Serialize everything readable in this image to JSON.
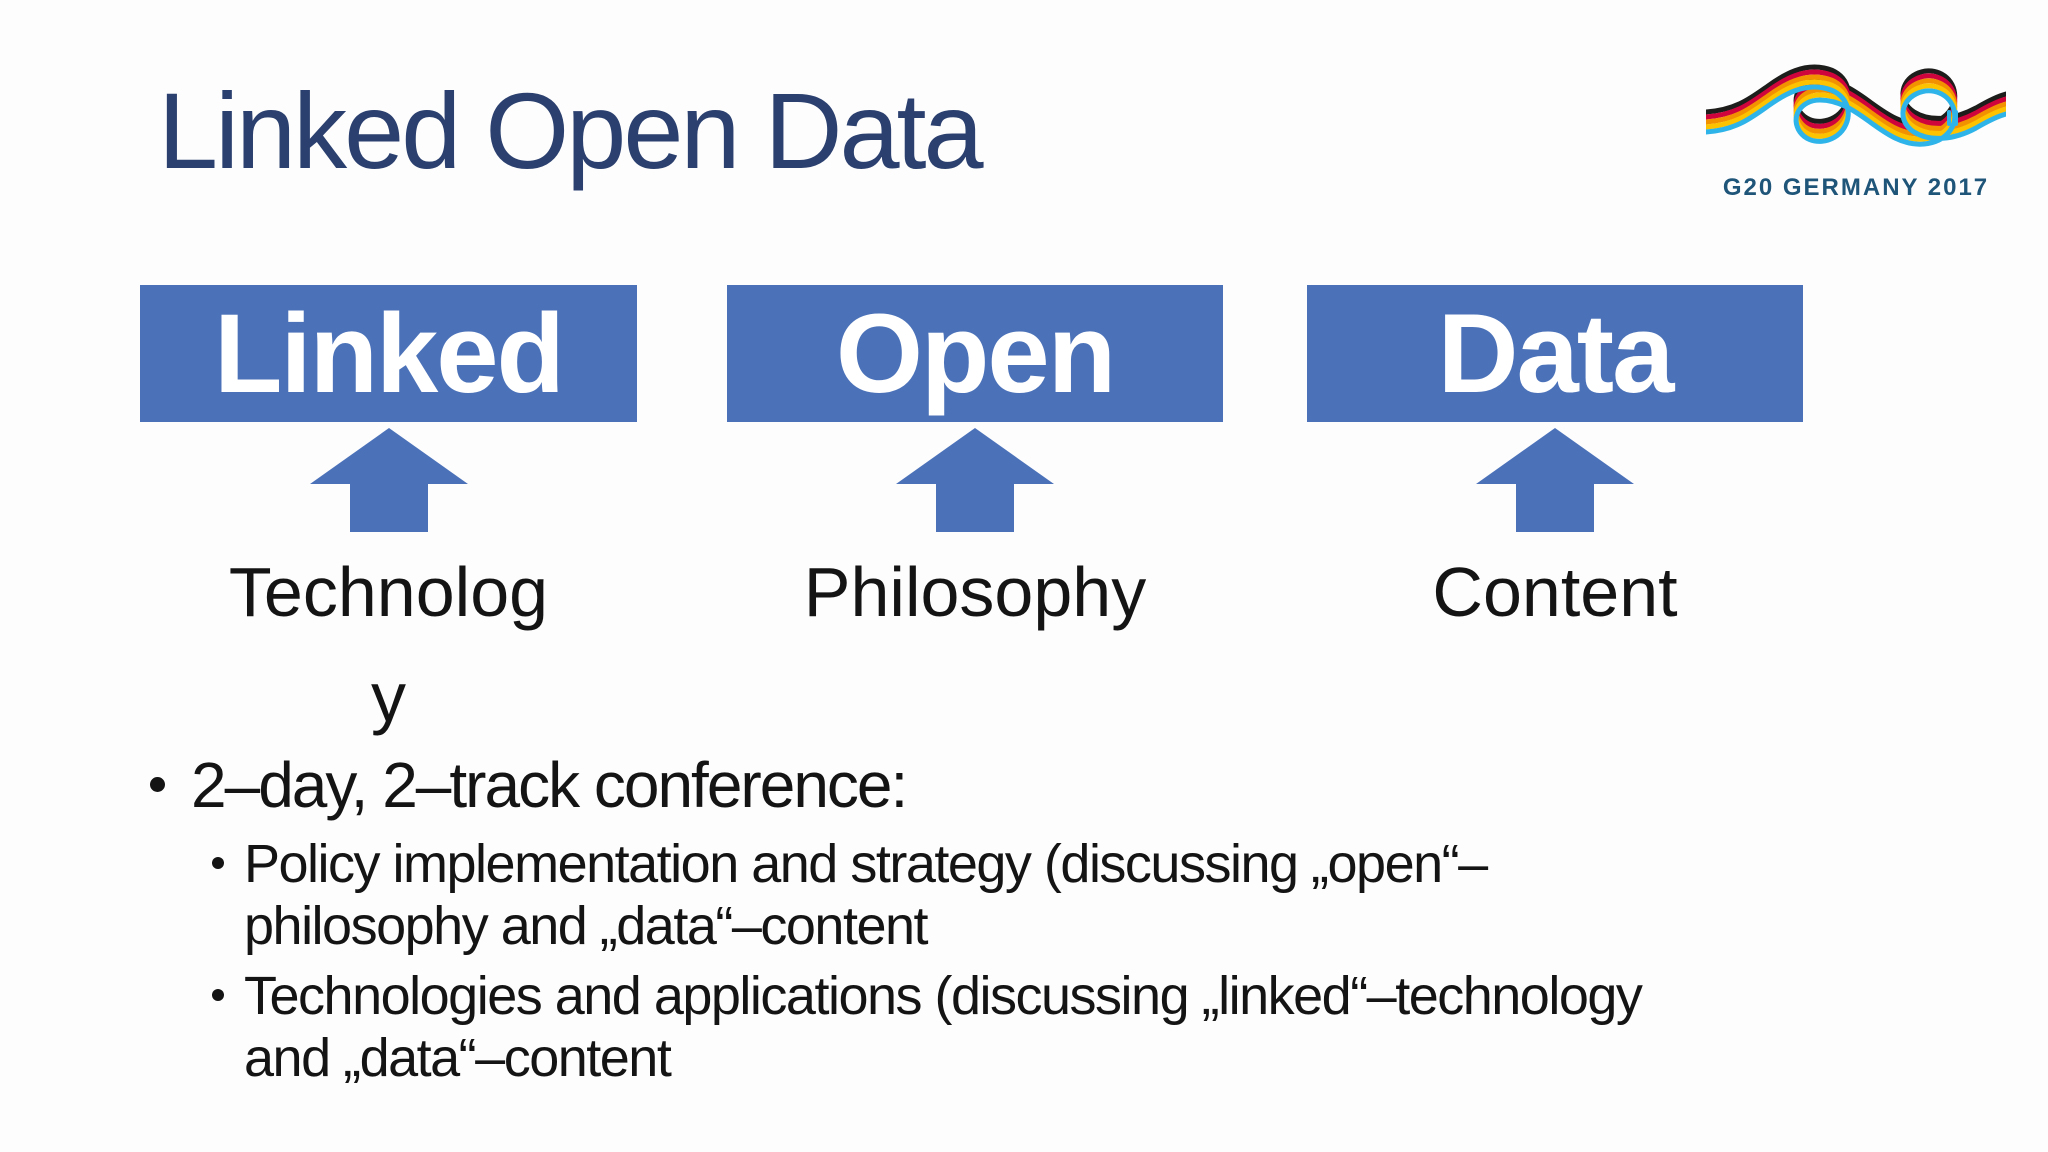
{
  "slide": {
    "title": "Linked Open Data"
  },
  "logo": {
    "caption": "G20 GERMANY 2017",
    "strand_colors": [
      "#1d1d1b",
      "#d0043c",
      "#f39200",
      "#fdc300",
      "#2fb4e9"
    ],
    "caption_color": "#1e5578"
  },
  "colors": {
    "box_blue": "#4b72b9",
    "title_navy": "#2b406e",
    "body_text": "#141414",
    "background": "#fdfdfe"
  },
  "diagram": {
    "columns": [
      {
        "box_label": "Linked",
        "annotation": "Technology",
        "line1": "Technolog",
        "line2": "y"
      },
      {
        "box_label": "Open",
        "annotation": "Philosophy",
        "line1": "Philosophy",
        "line2": ""
      },
      {
        "box_label": "Data",
        "annotation": "Content",
        "line1": "Content",
        "line2": ""
      }
    ]
  },
  "bullets": {
    "main": "2–day, 2–track conference:",
    "sub": [
      {
        "full_text": "Policy implementation and strategy (discussing „open“–philosophy and „data“–content",
        "line1": "Policy implementation and strategy (discussing „open“–",
        "line2": "philosophy and „data“–content"
      },
      {
        "full_text": "Technologies and applications (discussing „linked“–technology and „data“–content",
        "line1": "Technologies and applications (discussing „linked“–technology",
        "line2": "and „data“–content"
      }
    ]
  }
}
